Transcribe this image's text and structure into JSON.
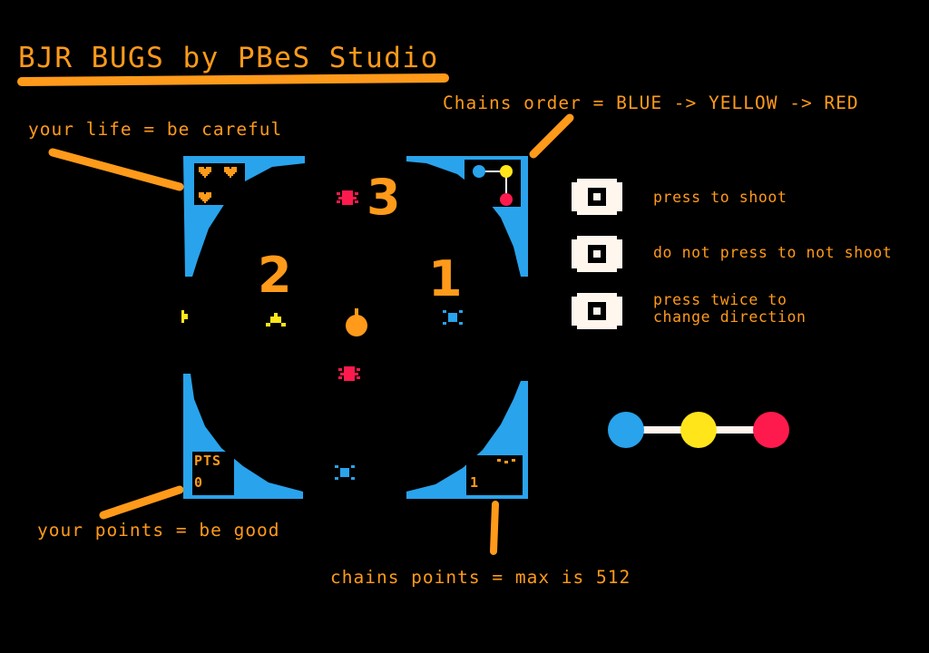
{
  "header": {
    "title": "BJR BUGS by PBeS Studio"
  },
  "annotations": {
    "life": "your life = be careful",
    "points": "your points = be good",
    "chains_order": "Chains order = BLUE -> YELLOW -> RED",
    "chains_points": "chains points = max is 512"
  },
  "hud": {
    "pts_label": "PTS",
    "score": "0",
    "chain_points": "1",
    "lives": 3
  },
  "zones": {
    "z1": "1",
    "z2": "2",
    "z3": "3"
  },
  "controls": [
    {
      "hint": "press to shoot"
    },
    {
      "hint": "do not press to not shoot"
    },
    {
      "hint": "press twice to\nchange direction"
    }
  ],
  "chain_colors": {
    "blue": "#29a3ec",
    "yellow": "#ffe51a",
    "red": "#ff1a4d"
  },
  "palette": {
    "orange": "#ff9a1a",
    "field_blue": "#29a3ec",
    "button_white": "#fff7ee"
  },
  "icons": [
    "heart-icon",
    "bug-icon",
    "orb-icon",
    "button-icon",
    "chain-node-icon"
  ]
}
